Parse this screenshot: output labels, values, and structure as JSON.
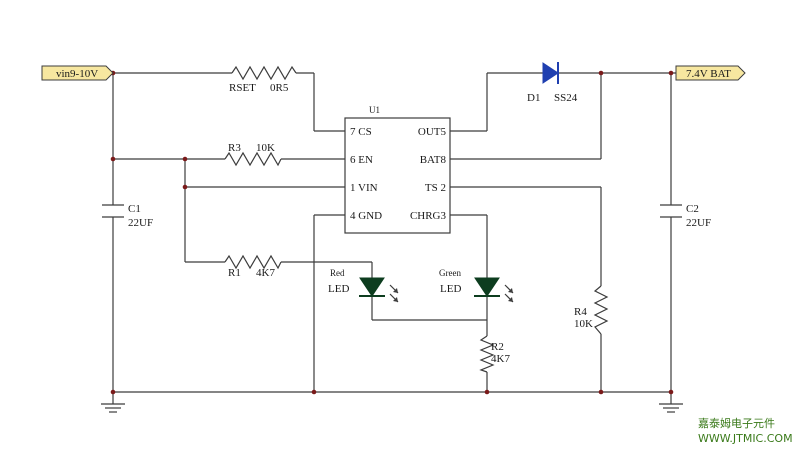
{
  "ports": {
    "input": "vin9-10V",
    "output": "7.4V BAT"
  },
  "ic": {
    "ref": "U1",
    "pins": [
      "7 CS",
      "6 EN",
      "1 VIN",
      "4 GND",
      "OUT5",
      "BAT8",
      "TS 2",
      "CHRG3"
    ]
  },
  "components": {
    "rset": {
      "ref": "RSET",
      "value": "0R5"
    },
    "r3": {
      "ref": "R3",
      "value": "10K"
    },
    "r1": {
      "ref": "R1",
      "value": "4K7"
    },
    "r2": {
      "ref": "R2",
      "value": "4K7"
    },
    "r4": {
      "ref": "R4",
      "value": "10K"
    },
    "c1": {
      "ref": "C1",
      "value": "22UF"
    },
    "c2": {
      "ref": "C2",
      "value": "22UF"
    },
    "d1": {
      "ref": "D1",
      "value": "SS24"
    },
    "led_red": {
      "color": "Red",
      "label": "LED"
    },
    "led_green": {
      "color": "Green",
      "label": "LED"
    }
  },
  "watermark": {
    "name": "嘉泰姆电子元件",
    "url": "WWW.JTMIC.COM"
  },
  "colors": {
    "port_fill": "#f7e7a0",
    "diode": "#1f3fb0",
    "led": "#0d3d1f",
    "junction": "#7a1a1a",
    "watermark": "#3a7a1a"
  }
}
